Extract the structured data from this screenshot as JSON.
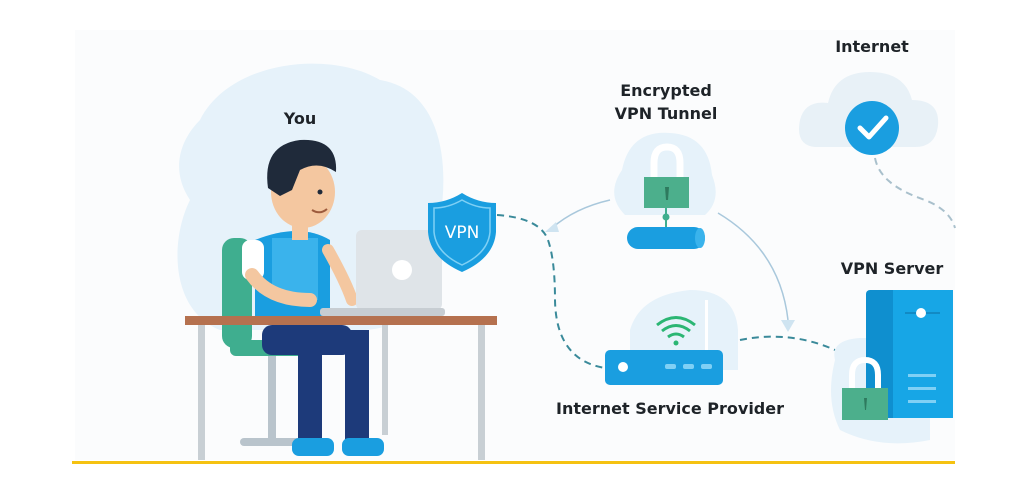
{
  "labels": {
    "you": "You",
    "tunnel_line1": "Encrypted",
    "tunnel_line2": "VPN Tunnel",
    "internet": "Internet",
    "vpn_server": "VPN Server",
    "isp": "Internet Service Provider",
    "shield_text": "VPN"
  },
  "colors": {
    "primary_blue": "#1a9ee0",
    "lock_green": "#4caf8c",
    "accent_yellow": "#f5c211",
    "blob": "#e6f2fa"
  }
}
